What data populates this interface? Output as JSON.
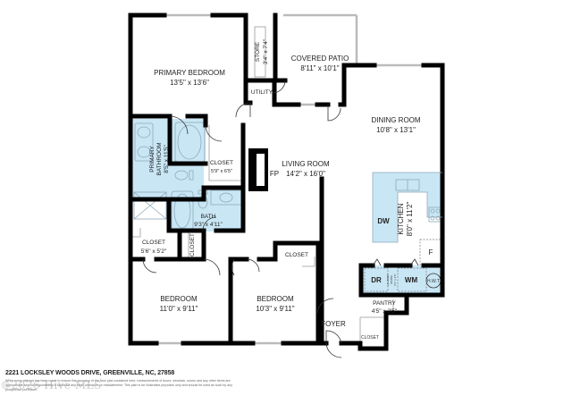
{
  "floorplan": {
    "rooms": {
      "primary_bedroom": {
        "name": "PRIMARY BEDROOM",
        "size": "13'5\" x 13'6\""
      },
      "store": {
        "name": "STORE",
        "size": "3'4\" x 7'4\""
      },
      "covered_patio": {
        "name": "COVERED PATIO",
        "size": "8'11\" x 10'1\""
      },
      "utility": {
        "name": "UTILITY"
      },
      "dining_room": {
        "name": "DINING ROOM",
        "size": "10'8\" x 13'1\""
      },
      "primary_bathroom": {
        "name": "PRIMARY",
        "name2": "BATHROOM",
        "size": "8'5\" x 11'5\""
      },
      "primary_closet": {
        "name": "CLOSET",
        "size": "5'9\" x 6'5\""
      },
      "fireplace": {
        "name": "FP"
      },
      "living_room": {
        "name": "LIVING ROOM",
        "size": "14'2\" x 16'0\""
      },
      "bath": {
        "name": "BATH",
        "size": "9'3\" x 4'11\""
      },
      "kitchen": {
        "name": "KITCHEN",
        "size": "8'0\" x 11'2\""
      },
      "dishwasher": {
        "name": "DW"
      },
      "fridge": {
        "name": "F"
      },
      "closet_left": {
        "name": "CLOSET",
        "size": "5'6\" x 5'2\""
      },
      "closet_vertical": {
        "name": "CLOSET"
      },
      "closet_bedroom2": {
        "name": "CLOSET"
      },
      "dryer": {
        "name": "DR"
      },
      "laundry": {
        "name": "LAUNDRY",
        "name2": "ROOM",
        "size": "6'1\" x 3'6\""
      },
      "washer": {
        "name": "WM"
      },
      "water_heater": {
        "name": "H.W.T"
      },
      "pantry": {
        "name": "PANTRY",
        "size": "4'5\" x 3'5\""
      },
      "bedroom1": {
        "name": "BEDROOM",
        "size": "11'0\" x 9'11\""
      },
      "bedroom2": {
        "name": "BEDROOM",
        "size": "10'3\" x 9'11\""
      },
      "foyer": {
        "name": "FOYER"
      },
      "foyer_closet": {
        "name": "CLOSET"
      }
    },
    "colors": {
      "wall": "#000000",
      "wet_area": "#c9e6f5",
      "fixture_line": "#8fa9b8",
      "window": "#bbbbbb"
    }
  },
  "footer": {
    "address": "2221 LOCKSLEY WOODS DRIVE, GREENVILLE, NC, 27858",
    "disclaimer": "While every attempt has been made to ensure the accuracy of the floor plan contained here, measurements of doors, windows, rooms and any other items are approximate and no responsibility is taken for any error, omission, or misstatement. This plan is for illustrative purposes only and should be used as such by any prospective purchaser.",
    "watermark": "©2026 Hive MLS"
  }
}
